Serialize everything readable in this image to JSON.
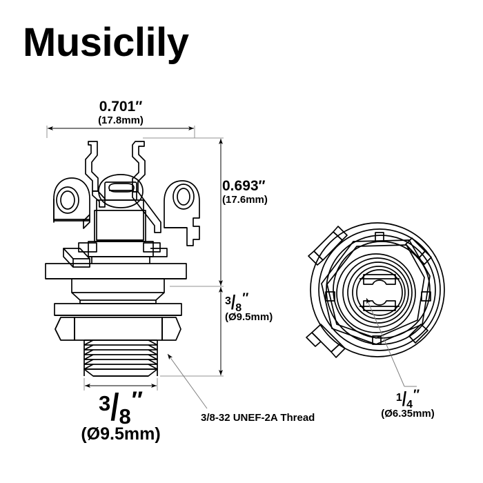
{
  "brand": {
    "name": "Musiclily"
  },
  "drawing": {
    "title": "Musiclily",
    "subject": "1/4 inch guitar output jack",
    "background_color": "#ffffff",
    "line_color": "#000000",
    "dimension_line_color": "#808080",
    "views": [
      {
        "name": "side-elevation-view",
        "position": "left"
      },
      {
        "name": "front-face-view",
        "position": "right"
      }
    ]
  },
  "dimensions": {
    "overall_width": {
      "name": "overall-width-dimension",
      "inch": "0.701″",
      "mm": "(17.8mm)",
      "orientation": "horizontal",
      "applies_to": "side-elevation-view"
    },
    "body_height": {
      "name": "body-height-dimension",
      "inch": "0.693″",
      "mm": "(17.6mm)",
      "orientation": "vertical",
      "applies_to": "side-elevation-view"
    },
    "thread_length": {
      "name": "thread-length-dimension",
      "fraction_numerator": "3",
      "fraction_denominator": "8",
      "prime": "″",
      "mm": "(Ø9.5mm)",
      "orientation": "vertical",
      "applies_to": "side-elevation-view"
    },
    "thread_diameter": {
      "name": "thread-diameter-dimension",
      "fraction_numerator": "3",
      "fraction_denominator": "8",
      "prime": "″",
      "mm": "(Ø9.5mm)",
      "orientation": "horizontal",
      "applies_to": "side-elevation-view"
    },
    "bore_diameter": {
      "name": "bore-diameter-dimension",
      "fraction_numerator": "1",
      "fraction_denominator": "4",
      "prime": "″",
      "mm": "(Ø6.35mm)",
      "orientation": "leader",
      "applies_to": "front-face-view"
    }
  },
  "callouts": {
    "thread_spec": {
      "name": "thread-specification-callout",
      "text": "3/8-32 UNEF-2A Thread"
    }
  }
}
